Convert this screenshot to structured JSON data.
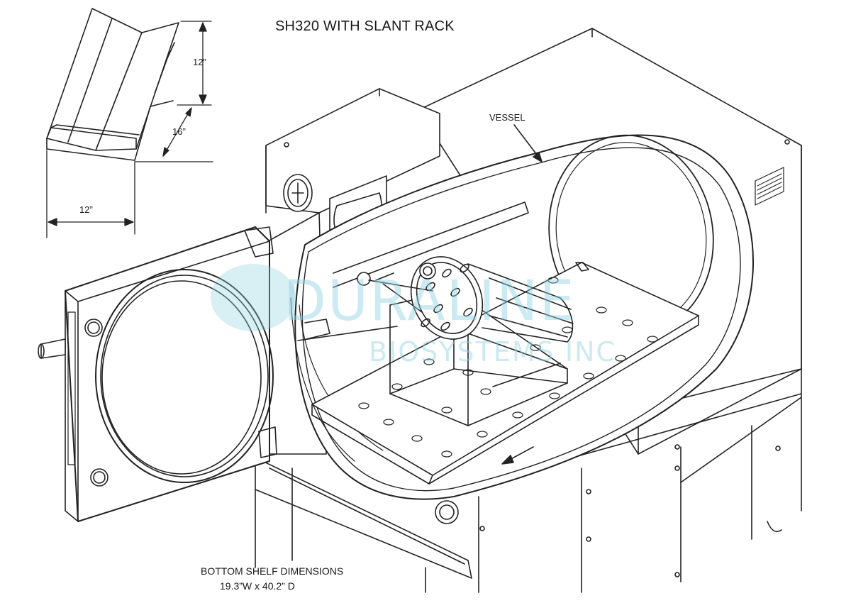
{
  "diagram": {
    "title": "SH320 WITH SLANT RACK",
    "callouts": {
      "vessel": "VESSEL"
    },
    "inset_rack": {
      "height_dim": "12”",
      "depth_dim": "16”",
      "width_dim": "12”"
    },
    "footer": {
      "line1": "BOTTOM SHELF DIMENSIONS",
      "line2": "19.3”W x 40.2” D"
    },
    "watermark": {
      "line1": "DURALINE",
      "line2": "BIOSYSTEMS INC",
      "color": "#8fd0e0"
    }
  }
}
